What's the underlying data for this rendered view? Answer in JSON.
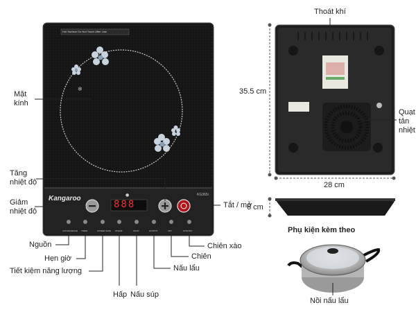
{
  "front": {
    "brand": "Kangaroo",
    "model": "KG365i",
    "warning": "Hot Surface Do Not Touch After Use",
    "display": "888",
    "buttons": [
      "CONVENIENCE",
      "TIMER",
      "POWER SAVE",
      "STEAM",
      "SOUP",
      "HOTPOT",
      "FRY",
      "STIR FRY"
    ]
  },
  "labels": {
    "mat_kinh": "Mặt\nkính",
    "tang_nhiet_do": "Tăng\nnhiệt độ",
    "giam_nhiet_do": "Giảm\nnhiệt độ",
    "nguon": "Nguồn",
    "hen_gio": "Hẹn giờ",
    "tiet_kiem": "Tiết kiệm năng lượng",
    "hap": "Hấp",
    "nau_sup": "Nấu súp",
    "nau_lau": "Nấu lẩu",
    "chien": "Chiên",
    "chien_xao": "Chiên xào",
    "tat_mo": "Tắt / mở",
    "thoat_khi": "Thoát khí",
    "quat_tan_nhiet": "Quạt\ntản\nnhiệt",
    "height_dim": "35.5 cm",
    "width_dim": "28 cm",
    "depth_dim": "6 cm",
    "accessory_title": "Phụ kiện kèm theo",
    "pot": "Nồi nấu lẩu"
  }
}
